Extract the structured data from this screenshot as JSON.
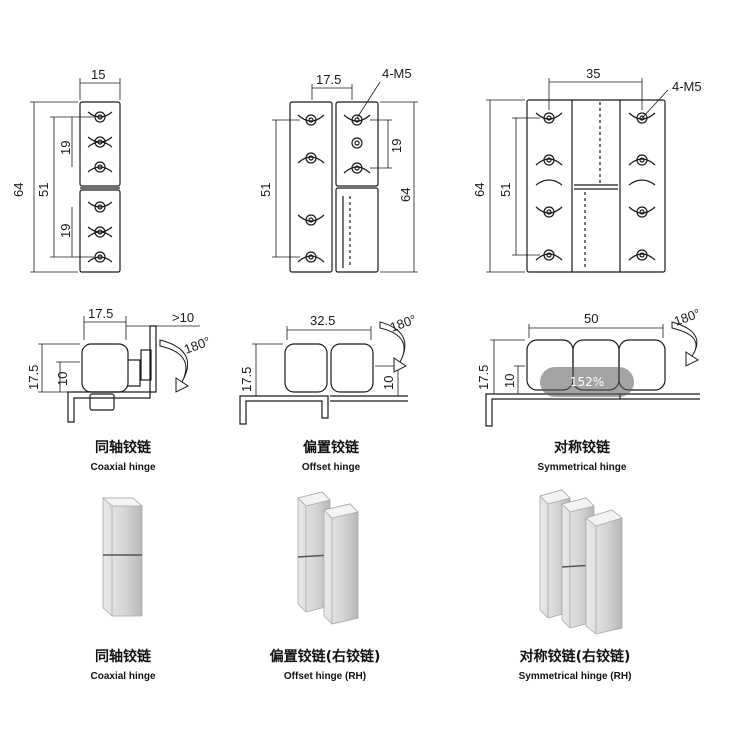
{
  "dims": {
    "coaxial_top": {
      "width": "15",
      "height_total": "64",
      "height_inner": "51",
      "pitch_upper": "19",
      "pitch_lower": "19"
    },
    "offset_top": {
      "width": "17.5",
      "hole": "4-M5",
      "pitch": "19",
      "height_inner": "51",
      "height_total": "64"
    },
    "symmetric_top": {
      "width": "35",
      "hole": "4-M5",
      "height_total": "64",
      "height_inner": "51"
    },
    "coaxial_side": {
      "width": "17.5",
      "gap": ">10",
      "height": "17.5",
      "thickness": "10",
      "angle": "180°"
    },
    "offset_side": {
      "width": "32.5",
      "height": "17.5",
      "thickness": "10",
      "angle": "180°"
    },
    "symmetric_side": {
      "width": "50",
      "height": "17.5",
      "thickness": "10",
      "angle": "180°"
    }
  },
  "captions_row1": [
    {
      "cn": "同轴铰链",
      "en": "Coaxial hinge"
    },
    {
      "cn": "偏置铰链",
      "en": "Offset hinge"
    },
    {
      "cn": "对称铰链",
      "en": "Symmetrical hinge"
    }
  ],
  "captions_row2": [
    {
      "cn": "同轴铰链",
      "en": "Coaxial hinge"
    },
    {
      "cn": "偏置铰链(右铰链)",
      "en": "Offset hinge (RH)"
    },
    {
      "cn": "对称铰链(右铰链)",
      "en": "Symmetrical hinge (RH)"
    }
  ],
  "zoom": "152%",
  "colors": {
    "line": "#1a1a1a",
    "metal_light": "#eeeeee",
    "metal_mid": "#d4d4d4",
    "metal_dark": "#b5b5b5"
  }
}
